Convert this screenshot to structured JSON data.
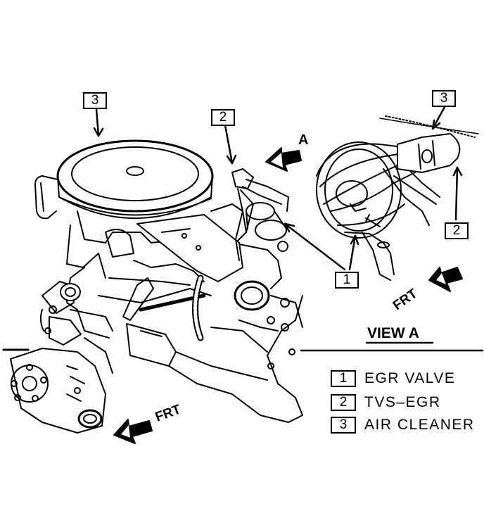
{
  "callouts": {
    "main_air_cleaner": "3",
    "main_tvs_egr": "2",
    "viewa_air_cleaner": "3",
    "viewa_tvs_egr": "2",
    "viewa_egr_valve": "1"
  },
  "view_arrow_label": "A",
  "frt_main": "FRT",
  "frt_view": "FRT",
  "view_title": "VIEW A",
  "legend": [
    {
      "num": "1",
      "label": "EGR VALVE"
    },
    {
      "num": "2",
      "label": "TVS–EGR"
    },
    {
      "num": "3",
      "label": "AIR CLEANER"
    }
  ]
}
